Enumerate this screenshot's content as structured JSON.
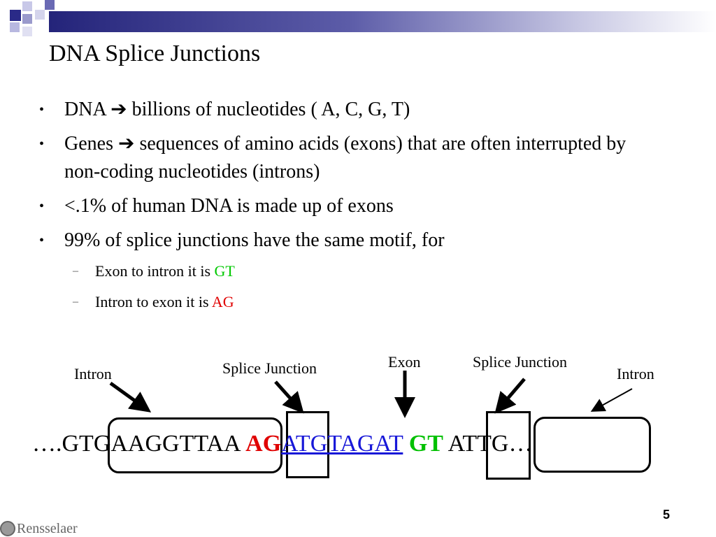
{
  "slide": {
    "title": "DNA Splice Junctions",
    "page_number": "5"
  },
  "bullets": [
    {
      "text_a": "DNA ",
      "text_b": " billions of nucleotides ( A, C, G, T)"
    },
    {
      "text_a": "Genes ",
      "text_b": " sequences of amino acids (exons) that are often interrupted by non-coding nucleotides (introns)"
    },
    {
      "text": "<.1% of human DNA is made up of exons"
    },
    {
      "text": "99% of splice junctions have the same motif, for"
    }
  ],
  "sub_bullets": [
    {
      "text": "Exon to intron it is ",
      "highlight": "GT"
    },
    {
      "text": "Intron to exon it is ",
      "highlight": "AG"
    }
  ],
  "diagram": {
    "labels": {
      "intron_left": "Intron",
      "splice_left": "Splice Junction",
      "exon": "Exon",
      "splice_right": "Splice Junction",
      "intron_right": "Intron"
    },
    "sequence": {
      "prefix": "….GTGAAGGTTAA ",
      "ag": "AG",
      "exon": "ATGTAGAT",
      "gt": "GT",
      "suffix": " ATTG…"
    }
  },
  "footer": {
    "logo": "Rensselaer"
  },
  "icons": {
    "arrow": "right-arrow-icon",
    "seal": "rensselaer-seal-icon"
  }
}
